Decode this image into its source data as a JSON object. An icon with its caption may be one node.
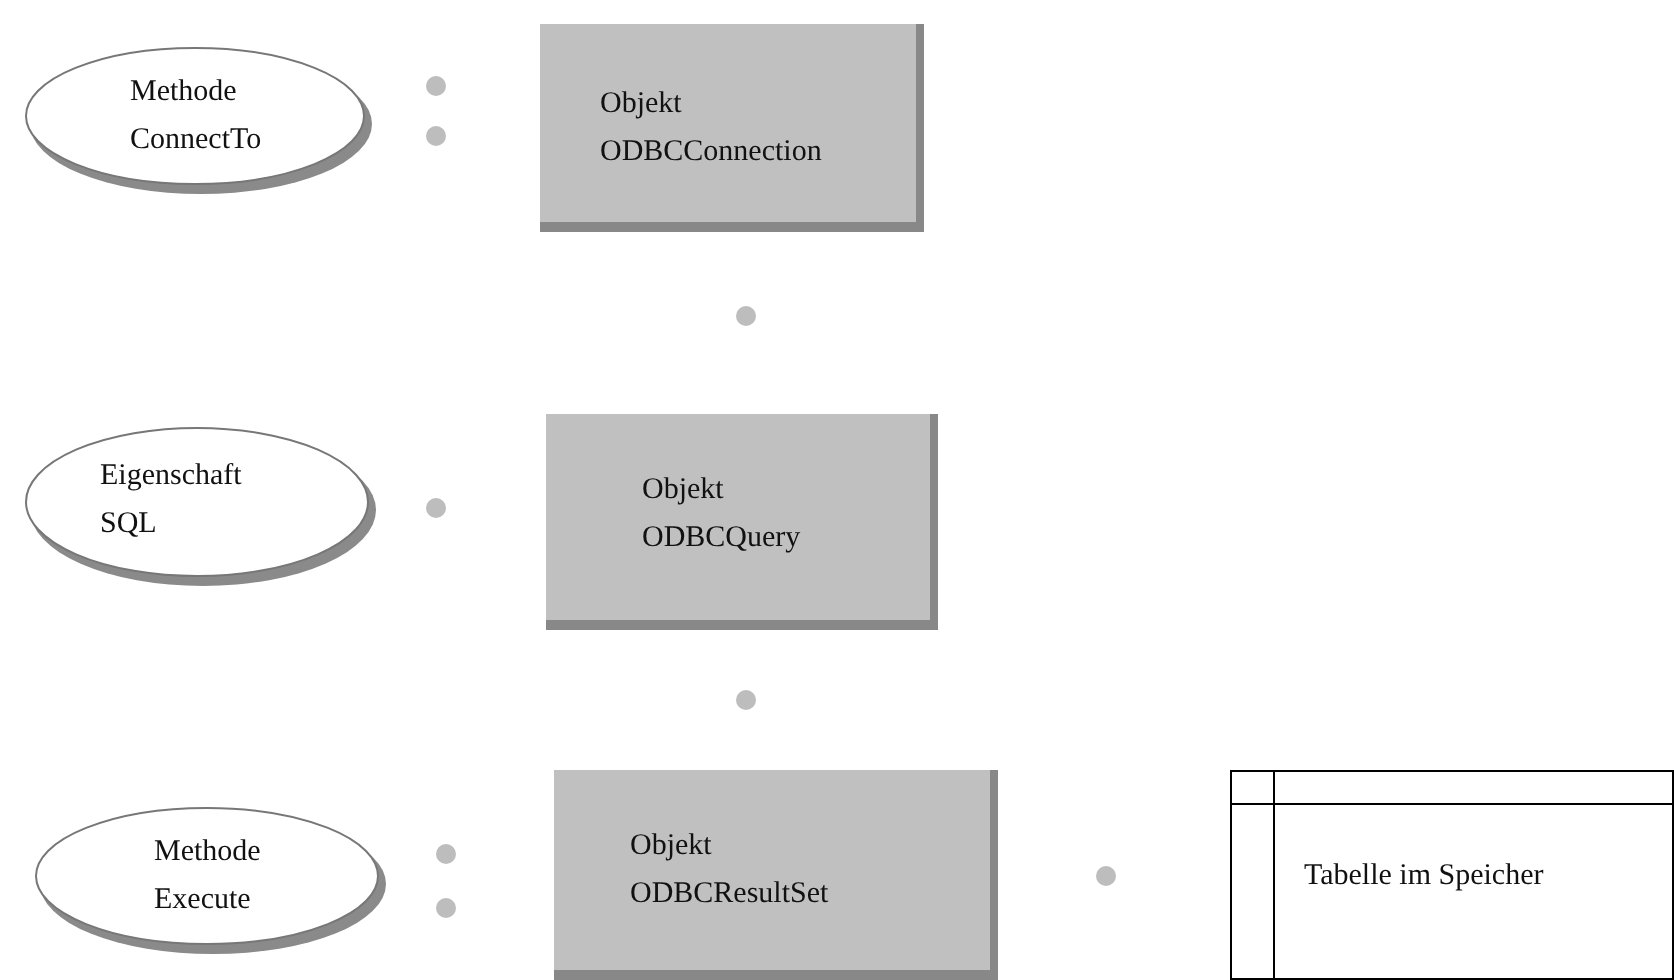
{
  "diagram": {
    "nodes": [
      {
        "text": [
          "Methode ConnectTo"
        ]
      },
      {
        "text": [
          "Objekt ODBCConnection"
        ]
      },
      {
        "text": [
          "Eigenschaft SQL"
        ]
      },
      {
        "text": [
          "Objekt ODBCQuery"
        ]
      },
      {
        "text": [
          "Methode Execute"
        ]
      },
      {
        "text": [
          "Objekt ODBCResultSet"
        ]
      },
      {
        "text": [
          "Tabelle im Speicher"
        ]
      }
    ]
  }
}
